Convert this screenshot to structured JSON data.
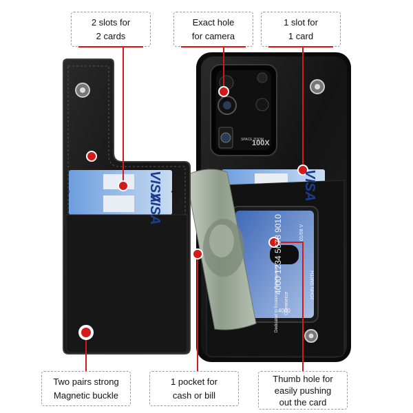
{
  "callouts": {
    "two_slots": {
      "line1": "2 slots for",
      "line2": "2 cards"
    },
    "camera_hole": {
      "line1": "Exact hole",
      "line2": "for camera"
    },
    "one_slot": {
      "line1": "1 slot for",
      "line2": "1 card"
    },
    "buckle": {
      "line1": "Two pairs strong",
      "line2": "Magnetic buckle"
    },
    "pocket": {
      "line1": "1 pocket for",
      "line2": "cash or bill"
    },
    "thumb_hole": {
      "line1": "Thumb hole for",
      "line2": "easily pushing",
      "line3": "out the card"
    }
  },
  "card_texts": {
    "visa_1": "VISA",
    "visa_2": "VISA",
    "visa_3": "VISA",
    "card_number": "4000 1234 5678 9010",
    "card_name": "JOHN SMITH",
    "card_expiry": "4000",
    "card_exp2": "01/08 V",
    "card_bank": "Commerce",
    "card_sub": "Dedicated to Economic Development"
  },
  "camera_text": {
    "zoom_small": "SPACE ZOOM",
    "zoom_big": "100X"
  },
  "colors": {
    "accent": "#d11a1a",
    "leather": "#151515",
    "card_blue": "#5b8fd8",
    "bill": "#9aa89a"
  }
}
